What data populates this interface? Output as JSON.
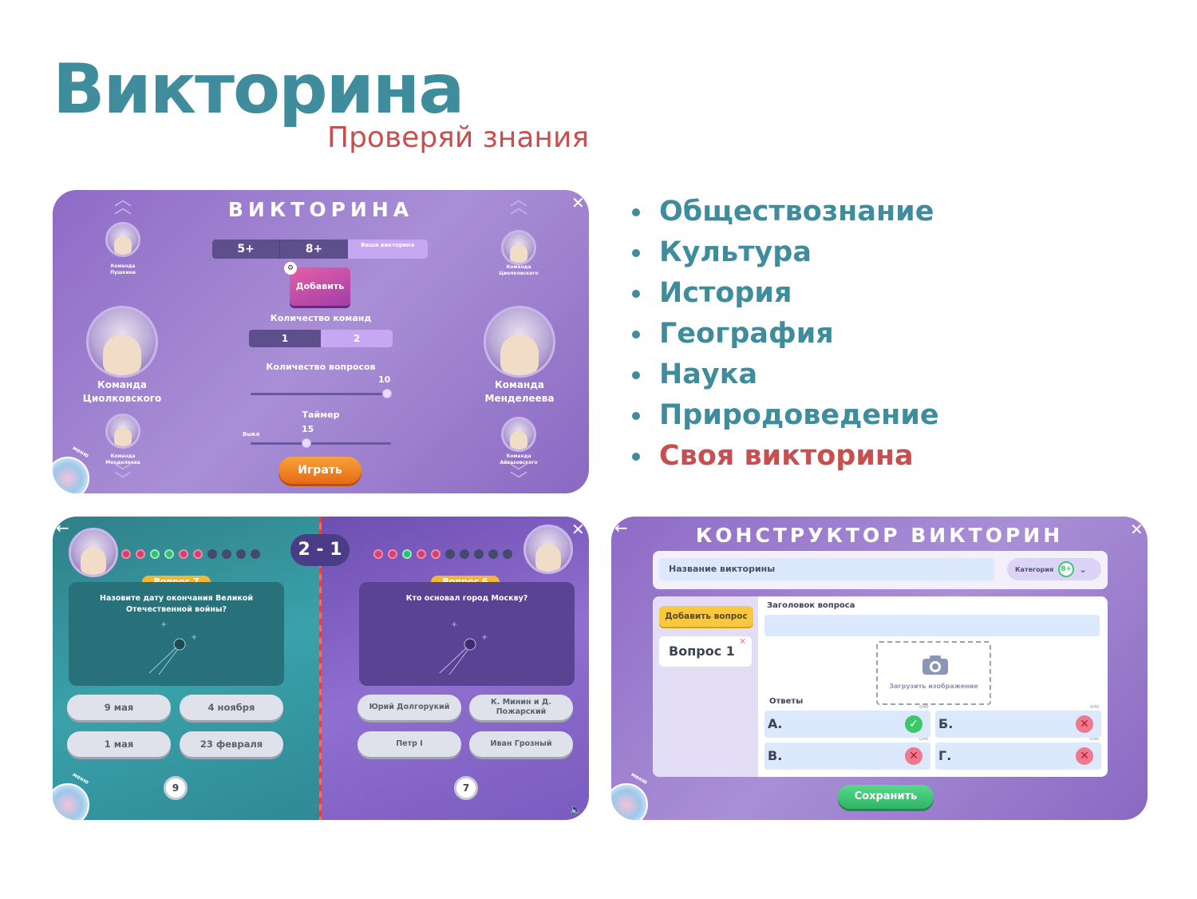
{
  "header": {
    "title": "Викторина",
    "subtitle": "Проверяй знания"
  },
  "topics": [
    "Обществознание",
    "Культура",
    "История",
    "География",
    "Наука",
    "Природоведение",
    "Своя викторина"
  ],
  "colors": {
    "accent_teal": "#3f8c9c",
    "accent_red": "#c84f4f",
    "panel_purple": "#8e6bc6",
    "panel_teal": "#3aa1aa"
  },
  "setup_screen": {
    "title": "ВИКТОРИНА",
    "age_tabs": [
      "5+",
      "8+",
      "Ваша викторина"
    ],
    "active_age_tab": "Ваша викторина",
    "add_button": "Добавить",
    "teams_count_label": "Количество команд",
    "teams_options": [
      "1",
      "2"
    ],
    "teams_selected": "2",
    "questions_count_label": "Количество вопросов",
    "questions_value": "10",
    "questions_fraction": 1.0,
    "timer_label": "Таймер",
    "timer_off_label": "Выкл",
    "timer_value": "15",
    "timer_fraction": 0.4,
    "play_button": "Играть",
    "menu_label": "меню",
    "teams": {
      "top_left": "Команда Пушкина",
      "big_left_line1": "Команда",
      "big_left_line2": "Циолковского",
      "bottom_left": "Команда Менделеева",
      "top_right": "Команда Циолковского",
      "big_right_line1": "Команда",
      "big_right_line2": "Менделеева",
      "bottom_right": "Команда Айвазовского"
    }
  },
  "game_screen": {
    "score": "2 - 1",
    "menu_label": "меню",
    "left": {
      "question_badge": "Вопрос 7",
      "question_text": "Назовите дату окончания Великой Отечественной войны?",
      "answers": [
        "9 мая",
        "4 ноября",
        "1 мая",
        "23 февраля"
      ],
      "timer": "9",
      "progress": [
        "wrong",
        "wrong",
        "right",
        "right",
        "wrong",
        "wrong",
        "empty",
        "empty",
        "empty",
        "empty"
      ]
    },
    "right": {
      "question_badge": "Вопрос 6",
      "question_text": "Кто основал город Москву?",
      "answers": [
        "Юрий Долгорукий",
        "К. Минин и Д. Пожарский",
        "Петр I",
        "Иван Грозный"
      ],
      "timer": "7",
      "progress": [
        "wrong",
        "wrong",
        "right",
        "wrong",
        "wrong",
        "empty",
        "empty",
        "empty",
        "empty",
        "empty"
      ]
    }
  },
  "constructor_screen": {
    "title": "КОНСТРУКТОР ВИКТОРИН",
    "quiz_name_placeholder": "Название викторины",
    "category_label": "Категория",
    "category_value": "8+",
    "add_question_button": "Добавить вопрос",
    "question_tab": "Вопрос 1",
    "question_header_label": "Заголовок вопроса",
    "upload_image_label": "Загрузить изображение",
    "answers_label": "Ответы",
    "answer_counter": "0/40",
    "answers": [
      {
        "letter": "А.",
        "correct": true
      },
      {
        "letter": "Б.",
        "correct": false
      },
      {
        "letter": "В.",
        "correct": false
      },
      {
        "letter": "Г.",
        "correct": false
      }
    ],
    "save_button": "Сохранить",
    "menu_label": "меню"
  }
}
